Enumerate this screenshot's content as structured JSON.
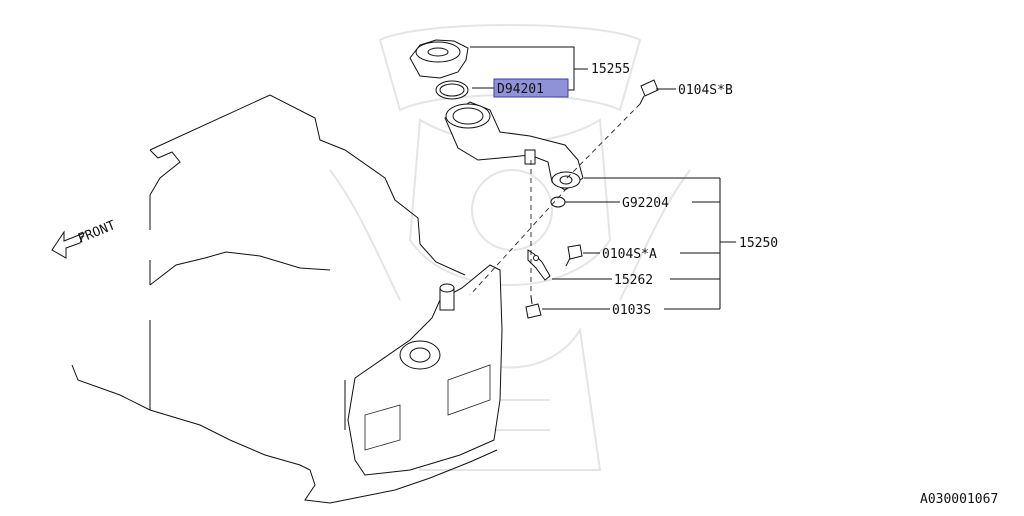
{
  "diagram": {
    "labels": {
      "assembly_15255": "15255",
      "part_d94201": "D94201",
      "bolt_0104s_b": "0104S*B",
      "clip_g92204": "G92204",
      "assembly_15250": "15250",
      "bolt_0104s_a": "0104S*A",
      "bracket_15262": "15262",
      "bolt_0103s": "0103S"
    },
    "front_label": "FRONT",
    "figure_id": "A030001067",
    "highlight_color": "#8f92d6"
  }
}
